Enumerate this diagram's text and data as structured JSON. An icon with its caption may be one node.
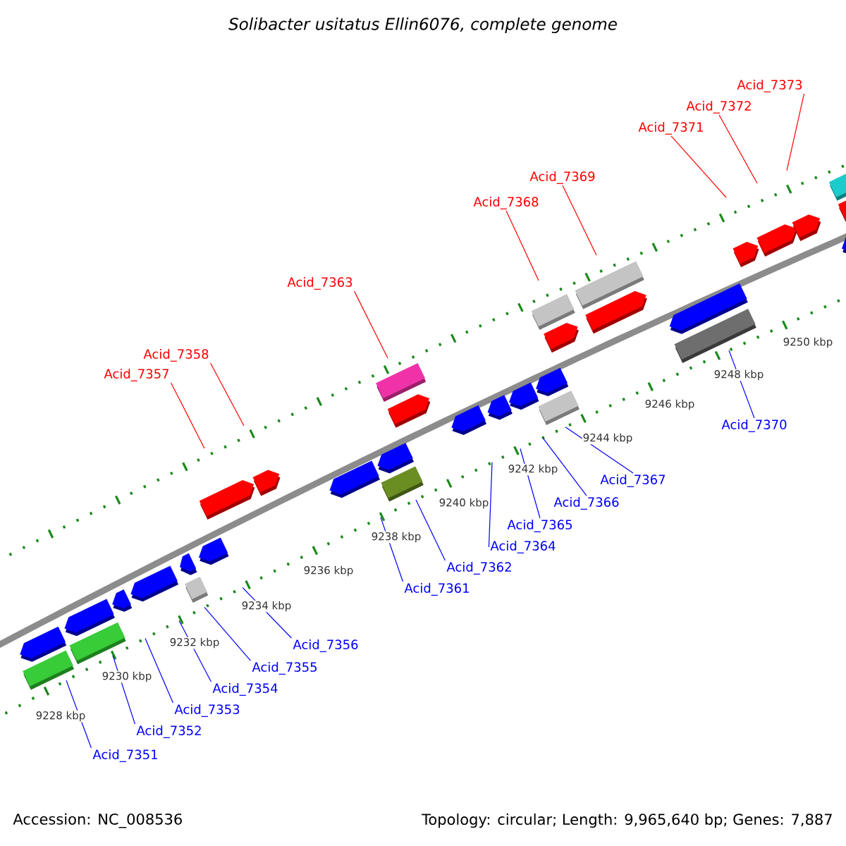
{
  "diagram": {
    "title": "Solibacter usitatus Ellin6076, complete genome",
    "nodes": [
      {
        "text": [
          "Acid_7351"
        ]
      },
      {
        "text": [
          "Acid_7352"
        ]
      },
      {
        "text": [
          "Acid_7353"
        ]
      },
      {
        "text": [
          "Acid_7354"
        ]
      },
      {
        "text": [
          "Acid_7355"
        ]
      },
      {
        "text": [
          "Acid_7356"
        ]
      },
      {
        "text": [
          "Acid_7357"
        ]
      },
      {
        "text": [
          "Acid_7358"
        ]
      },
      {
        "text": [
          "Acid_7361"
        ]
      },
      {
        "text": [
          "Acid_7362"
        ]
      },
      {
        "text": [
          "Acid_7363"
        ]
      },
      {
        "text": [
          "Acid_7364"
        ]
      },
      {
        "text": [
          "Acid_7365"
        ]
      },
      {
        "text": [
          "Acid_7366"
        ]
      },
      {
        "text": [
          "Acid_7367"
        ]
      },
      {
        "text": [
          "Acid_7368"
        ]
      },
      {
        "text": [
          "Acid_7369"
        ]
      },
      {
        "text": [
          "Acid_7370"
        ]
      },
      {
        "text": [
          "Acid_7371"
        ]
      },
      {
        "text": [
          "Acid_7372"
        ]
      },
      {
        "text": [
          "Acid_7373"
        ]
      }
    ],
    "edges": [
      {
        "from": 0,
        "to": null,
        "arrow": "none"
      },
      {
        "from": 1,
        "to": null,
        "arrow": "none"
      },
      {
        "from": 2,
        "to": null,
        "arrow": "none"
      },
      {
        "from": 3,
        "to": null,
        "arrow": "none"
      },
      {
        "from": 4,
        "to": null,
        "arrow": "none"
      },
      {
        "from": 5,
        "to": null,
        "arrow": "none"
      },
      {
        "from": 6,
        "to": null,
        "arrow": "none",
        "color": "#ff0000"
      },
      {
        "from": 7,
        "to": null,
        "arrow": "none",
        "color": "#ff0000"
      },
      {
        "from": 8,
        "to": null,
        "arrow": "none"
      },
      {
        "from": 9,
        "to": null,
        "arrow": "none"
      },
      {
        "from": 10,
        "to": null,
        "arrow": "none",
        "color": "#ff0000"
      },
      {
        "from": 11,
        "to": null,
        "arrow": "none"
      },
      {
        "from": 12,
        "to": null,
        "arrow": "none"
      },
      {
        "from": 13,
        "to": null,
        "arrow": "none"
      },
      {
        "from": 14,
        "to": null,
        "arrow": "none"
      },
      {
        "from": 15,
        "to": null,
        "arrow": "none",
        "color": "#ff0000"
      },
      {
        "from": 16,
        "to": null,
        "arrow": "none",
        "color": "#ff0000"
      },
      {
        "from": 17,
        "to": null,
        "arrow": "none"
      },
      {
        "from": 18,
        "to": null,
        "arrow": "none",
        "color": "#ff0000"
      },
      {
        "from": 19,
        "to": null,
        "arrow": "none",
        "color": "#ff0000"
      },
      {
        "from": 20,
        "to": null,
        "arrow": "none",
        "color": "#ff0000"
      }
    ],
    "labels": [
      "9228 kbp",
      "9230 kbp",
      "9232 kbp",
      "9234 kbp",
      "9236 kbp",
      "9238 kbp",
      "9240 kbp",
      "9242 kbp",
      "9244 kbp",
      "9246 kbp",
      "9248 kbp",
      "9250 kbp",
      "Accession: NC_008536",
      "Topology: circular; Length: 9,965,640 bp; Genes: 7,887"
    ]
  }
}
